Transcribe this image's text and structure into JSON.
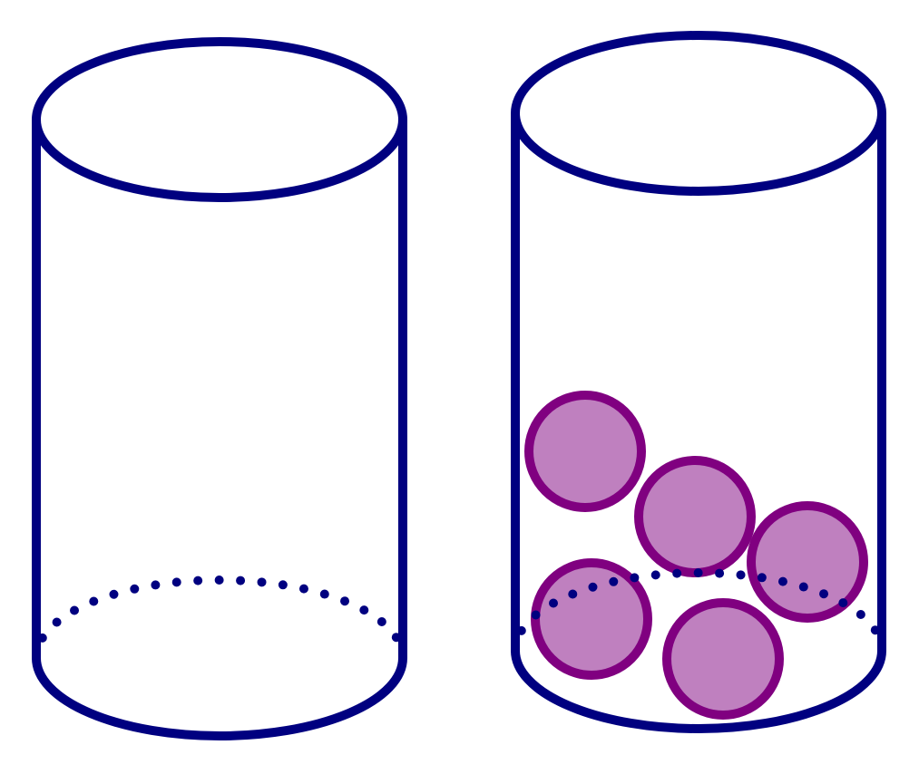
{
  "colors": {
    "outline": "#000080",
    "ball_fill": "#bf80bf",
    "ball_stroke": "#800080",
    "background": "#ffffff"
  },
  "cylinders": [
    {
      "name": "empty-cylinder",
      "ball_count": 0
    },
    {
      "name": "cylinder-with-balls",
      "ball_count": 5
    }
  ]
}
